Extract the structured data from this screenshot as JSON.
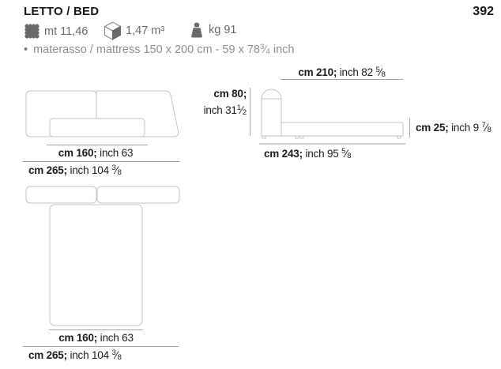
{
  "header": {
    "title": "LETTO / BED",
    "page_number": "392",
    "specs": [
      {
        "icon": "fabric-swatch-icon",
        "label": "mt 11,46"
      },
      {
        "icon": "volume-box-icon",
        "label": "1,47 m³"
      },
      {
        "icon": "weight-icon",
        "label": "kg 91"
      }
    ],
    "note": {
      "bullet": "•",
      "pre": "materasso / mattress 150 x 200 cm - 59 x 78",
      "frac": {
        "num": "3",
        "slash": "⁄",
        "den": "4"
      },
      "post": " inch"
    }
  },
  "front_view": {
    "mattress_width": {
      "cm": "cm 160;",
      "inch": " inch 63"
    },
    "total_width": {
      "cm": "cm 265;",
      "inch": " inch 104 ",
      "frac": {
        "num": "3",
        "slash": "⁄",
        "den": "8"
      }
    }
  },
  "side_view": {
    "length_top": {
      "cm": "cm 210;",
      "inch": " inch 82 ",
      "frac": {
        "num": "5",
        "slash": "⁄",
        "den": "8"
      }
    },
    "height_cm": {
      "cm": "cm 80;"
    },
    "height_inch": {
      "inch": "inch 31",
      "frac": {
        "num": "1",
        "slash": "⁄",
        "den": "2"
      }
    },
    "base_height": {
      "cm": "cm 25;",
      "inch": " inch 9 ",
      "frac": {
        "num": "7",
        "slash": "⁄",
        "den": "8"
      }
    },
    "total_length": {
      "cm": "cm 243;",
      "inch": " inch 95 ",
      "frac": {
        "num": "5",
        "slash": "⁄",
        "den": "8"
      }
    }
  },
  "plan_view": {
    "mattress_width": {
      "cm": "cm 160;",
      "inch": " inch 63"
    },
    "total_width": {
      "cm": "cm 265;",
      "inch": " inch 104 ",
      "frac": {
        "num": "3",
        "slash": "⁄",
        "den": "8"
      }
    }
  },
  "colors": {
    "text_dark": "#1c1c1c",
    "spec_gray": "#6a6a6a",
    "note_gray": "#8f8f8f",
    "drawing_stroke": "#c5c5c5",
    "dimension_line": "#a3a3a3"
  }
}
